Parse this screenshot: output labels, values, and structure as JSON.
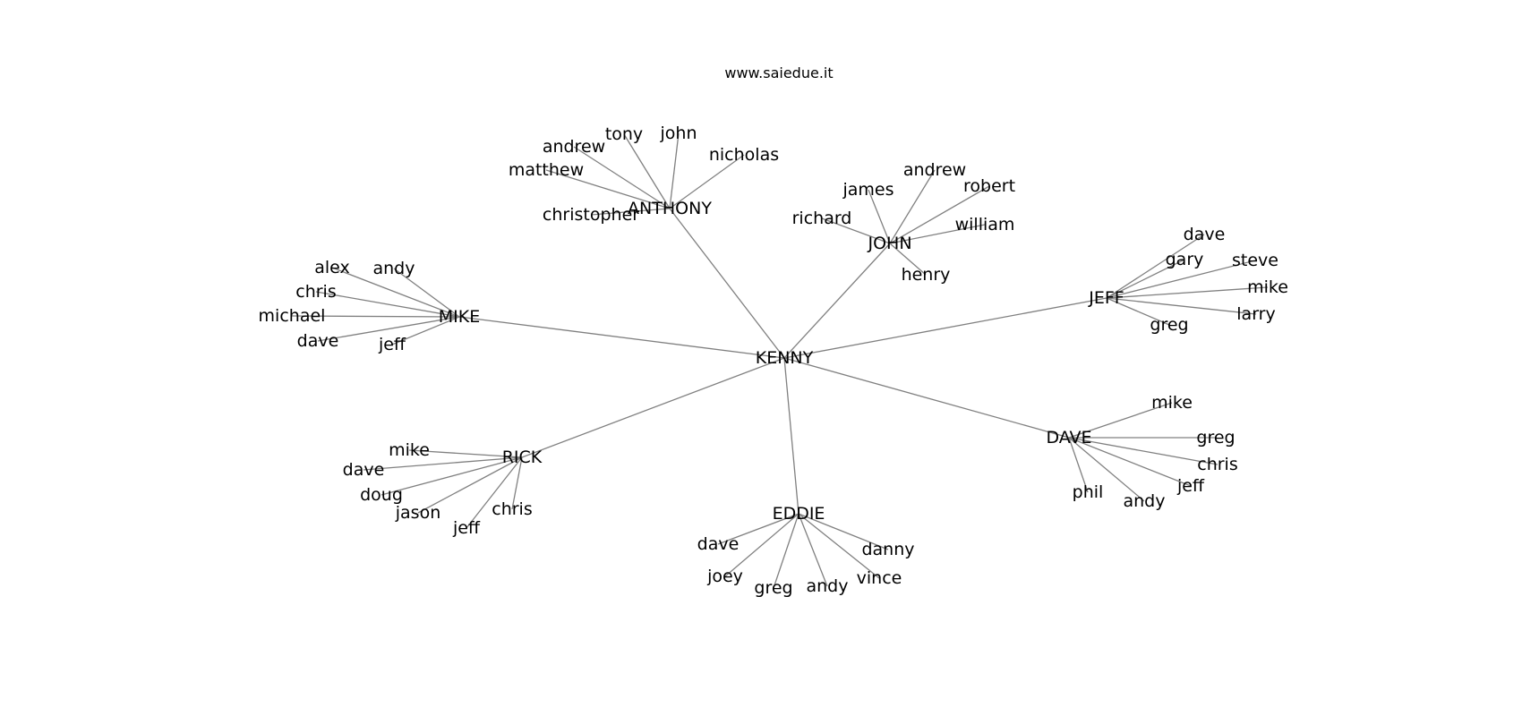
{
  "caption": "www.saiedue.it",
  "colors": {
    "edge": "#808080",
    "text": "#000000",
    "background": "#ffffff"
  },
  "graph": {
    "root": "KENNY",
    "groups": [
      {
        "name": "ANTHONY",
        "children": [
          "tony",
          "john",
          "andrew",
          "nicholas",
          "matthew",
          "christopher"
        ]
      },
      {
        "name": "JOHN",
        "children": [
          "andrew",
          "james",
          "robert",
          "richard",
          "william",
          "henry"
        ]
      },
      {
        "name": "JEFF",
        "children": [
          "dave",
          "gary",
          "steve",
          "mike",
          "larry",
          "greg"
        ]
      },
      {
        "name": "MIKE",
        "children": [
          "alex",
          "andy",
          "chris",
          "michael",
          "dave",
          "jeff"
        ]
      },
      {
        "name": "DAVE",
        "children": [
          "mike",
          "greg",
          "chris",
          "jeff",
          "andy",
          "phil"
        ]
      },
      {
        "name": "RICK",
        "children": [
          "mike",
          "dave",
          "doug",
          "jason",
          "jeff",
          "chris"
        ]
      },
      {
        "name": "EDDIE",
        "children": [
          "dave",
          "danny",
          "joey",
          "vince",
          "greg",
          "andy"
        ]
      }
    ]
  }
}
